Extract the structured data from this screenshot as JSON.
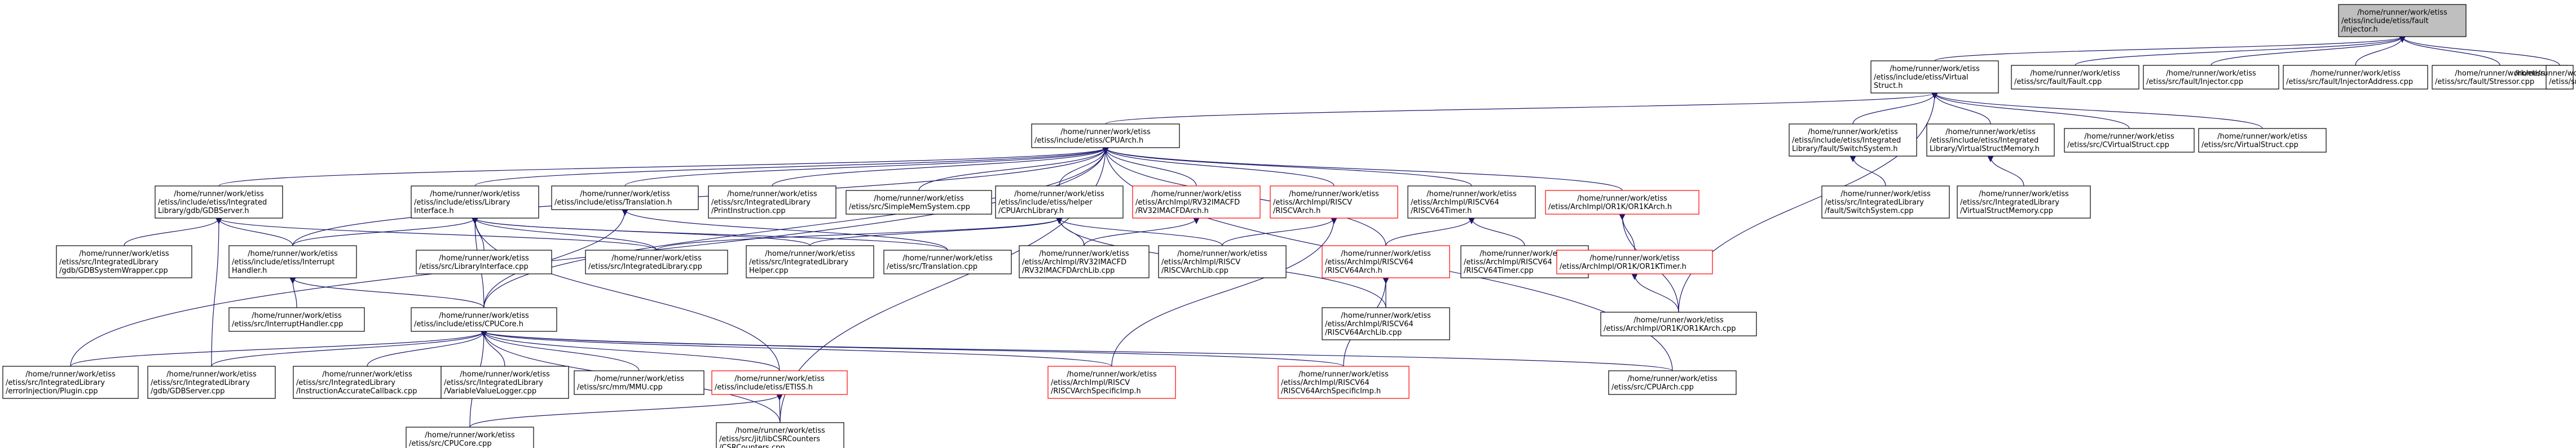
{
  "colors": {
    "background": "#ffffff",
    "edge": "#191970",
    "node_normal_border": "#000000",
    "node_normal_fill": "#ffffff",
    "node_root_fill": "#bfbfbf",
    "node_truncated_border": "#ff0000",
    "text": "#000000"
  },
  "nodes": [
    {
      "id": "fault_injector_h",
      "kind": "root",
      "lines": [
        "/home/runner/work/etiss",
        "/etiss/include/etiss/fault",
        "/Injector.h"
      ]
    },
    {
      "id": "virtual_struct_h",
      "kind": "normal",
      "lines": [
        "/home/runner/work/etiss",
        "/etiss/include/etiss/Virtual",
        "Struct.h"
      ]
    },
    {
      "id": "fault_fault_cpp",
      "kind": "normal",
      "lines": [
        "/home/runner/work/etiss",
        "/etiss/src/fault/Fault.cpp"
      ]
    },
    {
      "id": "fault_injector_cpp",
      "kind": "normal",
      "lines": [
        "/home/runner/work/etiss",
        "/etiss/src/fault/Injector.cpp"
      ]
    },
    {
      "id": "fault_injectoraddress_cpp",
      "kind": "normal",
      "lines": [
        "/home/runner/work/etiss",
        "/etiss/src/fault/InjectorAddress.cpp"
      ]
    },
    {
      "id": "fault_stressor_cpp",
      "kind": "normal",
      "lines": [
        "/home/runner/work/etiss",
        "/etiss/src/fault/Stressor.cpp"
      ]
    },
    {
      "id": "fault_trigger_cpp",
      "kind": "normal",
      "lines": [
        "/home/runner/work/etiss",
        "/etiss/src/fault/Trigger.cpp"
      ]
    },
    {
      "id": "cpu_arch_h",
      "kind": "normal",
      "lines": [
        "/home/runner/work/etiss",
        "/etiss/include/etiss/CPUArch.h"
      ]
    },
    {
      "id": "switch_system_h",
      "kind": "normal",
      "lines": [
        "/home/runner/work/etiss",
        "/etiss/include/etiss/Integrated",
        "Library/fault/SwitchSystem.h"
      ]
    },
    {
      "id": "virtual_struct_memory_h",
      "kind": "normal",
      "lines": [
        "/home/runner/work/etiss",
        "/etiss/include/etiss/Integrated",
        "Library/VirtualStructMemory.h"
      ]
    },
    {
      "id": "c_virtual_struct_cpp",
      "kind": "normal",
      "lines": [
        "/home/runner/work/etiss",
        "/etiss/src/CVirtualStruct.cpp"
      ]
    },
    {
      "id": "virtual_struct_cpp",
      "kind": "normal",
      "lines": [
        "/home/runner/work/etiss",
        "/etiss/src/VirtualStruct.cpp"
      ]
    },
    {
      "id": "switch_system_cpp",
      "kind": "normal",
      "lines": [
        "/home/runner/work/etiss",
        "/etiss/src/IntegratedLibrary",
        "/fault/SwitchSystem.cpp"
      ]
    },
    {
      "id": "virtual_struct_memory_cpp",
      "kind": "normal",
      "lines": [
        "/home/runner/work/etiss",
        "/etiss/src/IntegratedLibrary",
        "/VirtualStructMemory.cpp"
      ]
    },
    {
      "id": "gdb_server_h",
      "kind": "normal",
      "lines": [
        "/home/runner/work/etiss",
        "/etiss/include/etiss/Integrated",
        "Library/gdb/GDBServer.h"
      ]
    },
    {
      "id": "library_interface_h",
      "kind": "normal",
      "lines": [
        "/home/runner/work/etiss",
        "/etiss/include/etiss/Library",
        "Interface.h"
      ]
    },
    {
      "id": "translation_h",
      "kind": "normal",
      "lines": [
        "/home/runner/work/etiss",
        "/etiss/include/etiss/Translation.h"
      ]
    },
    {
      "id": "print_instruction_cpp",
      "kind": "normal",
      "lines": [
        "/home/runner/work/etiss",
        "/etiss/src/IntegratedLibrary",
        "/PrintInstruction.cpp"
      ]
    },
    {
      "id": "simple_mem_system_cpp",
      "kind": "normal",
      "lines": [
        "/home/runner/work/etiss",
        "/etiss/src/SimpleMemSystem.cpp"
      ]
    },
    {
      "id": "cpu_arch_library_h",
      "kind": "normal",
      "lines": [
        "/home/runner/work/etiss",
        "/etiss/include/etiss/helper",
        "/CPUArchLibrary.h"
      ]
    },
    {
      "id": "rv32imacfd_arch_h",
      "kind": "truncated",
      "lines": [
        "/home/runner/work/etiss",
        "/etiss/ArchImpl/RV32IMACFD",
        "/RV32IMACFDArch.h"
      ]
    },
    {
      "id": "riscv_arch_h",
      "kind": "truncated",
      "lines": [
        "/home/runner/work/etiss",
        "/etiss/ArchImpl/RISCV",
        "/RISCVArch.h"
      ]
    },
    {
      "id": "riscv64_timer_h",
      "kind": "normal",
      "lines": [
        "/home/runner/work/etiss",
        "/etiss/ArchImpl/RISCV64",
        "/RISCV64Timer.h"
      ]
    },
    {
      "id": "or1k_arch_h",
      "kind": "truncated",
      "lines": [
        "/home/runner/work/etiss",
        "/etiss/ArchImpl/OR1K/OR1KArch.h"
      ]
    },
    {
      "id": "gdb_system_wrapper_cpp",
      "kind": "normal",
      "lines": [
        "/home/runner/work/etiss",
        "/etiss/src/IntegratedLibrary",
        "/gdb/GDBSystemWrapper.cpp"
      ]
    },
    {
      "id": "interrupt_handler_h",
      "kind": "normal",
      "lines": [
        "/home/runner/work/etiss",
        "/etiss/include/etiss/Interrupt",
        "Handler.h"
      ]
    },
    {
      "id": "library_interface_cpp",
      "kind": "normal",
      "lines": [
        "/home/runner/work/etiss",
        "/etiss/src/LibraryInterface.cpp"
      ]
    },
    {
      "id": "integrated_library_cpp",
      "kind": "normal",
      "lines": [
        "/home/runner/work/etiss",
        "/etiss/src/IntegratedLibrary.cpp"
      ]
    },
    {
      "id": "integrated_library_helper_cpp",
      "kind": "normal",
      "lines": [
        "/home/runner/work/etiss",
        "/etiss/src/IntegratedLibrary",
        "Helper.cpp"
      ]
    },
    {
      "id": "translation_cpp",
      "kind": "normal",
      "lines": [
        "/home/runner/work/etiss",
        "/etiss/src/Translation.cpp"
      ]
    },
    {
      "id": "rv32imacfd_arch_lib_cpp",
      "kind": "normal",
      "lines": [
        "/home/runner/work/etiss",
        "/etiss/ArchImpl/RV32IMACFD",
        "/RV32IMACFDArchLib.cpp"
      ]
    },
    {
      "id": "riscv_arch_lib_cpp",
      "kind": "normal",
      "lines": [
        "/home/runner/work/etiss",
        "/etiss/ArchImpl/RISCV",
        "/RISCVArchLib.cpp"
      ]
    },
    {
      "id": "riscv64_arch_h",
      "kind": "truncated",
      "lines": [
        "/home/runner/work/etiss",
        "/etiss/ArchImpl/RISCV64",
        "/RISCV64Arch.h"
      ]
    },
    {
      "id": "riscv64_timer_cpp",
      "kind": "normal",
      "lines": [
        "/home/runner/work/etiss",
        "/etiss/ArchImpl/RISCV64",
        "/RISCV64Timer.cpp"
      ]
    },
    {
      "id": "or1k_timer_h",
      "kind": "truncated",
      "lines": [
        "/home/runner/work/etiss",
        "/etiss/ArchImpl/OR1K/OR1KTimer.h"
      ]
    },
    {
      "id": "interrupt_handler_cpp",
      "kind": "normal",
      "lines": [
        "/home/runner/work/etiss",
        "/etiss/src/InterruptHandler.cpp"
      ]
    },
    {
      "id": "cpu_core_h",
      "kind": "normal",
      "lines": [
        "/home/runner/work/etiss",
        "/etiss/include/etiss/CPUCore.h"
      ]
    },
    {
      "id": "riscv64_arch_lib_cpp",
      "kind": "normal",
      "lines": [
        "/home/runner/work/etiss",
        "/etiss/ArchImpl/RISCV64",
        "/RISCV64ArchLib.cpp"
      ]
    },
    {
      "id": "or1k_arch_cpp",
      "kind": "normal",
      "lines": [
        "/home/runner/work/etiss",
        "/etiss/ArchImpl/OR1K/OR1KArch.cpp"
      ]
    },
    {
      "id": "error_injection_plugin_cpp",
      "kind": "normal",
      "lines": [
        "/home/runner/work/etiss",
        "/etiss/src/IntegratedLibrary",
        "/errorInjection/Plugin.cpp"
      ]
    },
    {
      "id": "gdb_server_cpp",
      "kind": "normal",
      "lines": [
        "/home/runner/work/etiss",
        "/etiss/src/IntegratedLibrary",
        "/gdb/GDBServer.cpp"
      ]
    },
    {
      "id": "instruction_accurate_callback_cpp",
      "kind": "normal",
      "lines": [
        "/home/runner/work/etiss",
        "/etiss/src/IntegratedLibrary",
        "/InstructionAccurateCallback.cpp"
      ]
    },
    {
      "id": "variable_value_logger_cpp",
      "kind": "normal",
      "lines": [
        "/home/runner/work/etiss",
        "/etiss/src/IntegratedLibrary",
        "/VariableValueLogger.cpp"
      ]
    },
    {
      "id": "mm_mmu_cpp",
      "kind": "normal",
      "lines": [
        "/home/runner/work/etiss",
        "/etiss/src/mm/MMU.cpp"
      ]
    },
    {
      "id": "etiss_h",
      "kind": "truncated",
      "lines": [
        "/home/runner/work/etiss",
        "/etiss/include/etiss/ETISS.h"
      ]
    },
    {
      "id": "riscv_arch_specific_imp_h",
      "kind": "truncated",
      "lines": [
        "/home/runner/work/etiss",
        "/etiss/ArchImpl/RISCV",
        "/RISCVArchSpecificImp.h"
      ]
    },
    {
      "id": "riscv64_arch_specific_imp_h",
      "kind": "truncated",
      "lines": [
        "/home/runner/work/etiss",
        "/etiss/ArchImpl/RISCV64",
        "/RISCV64ArchSpecificImp.h"
      ]
    },
    {
      "id": "cpu_arch_cpp",
      "kind": "normal",
      "lines": [
        "/home/runner/work/etiss",
        "/etiss/src/CPUArch.cpp"
      ]
    },
    {
      "id": "cpu_core_cpp",
      "kind": "normal",
      "lines": [
        "/home/runner/work/etiss",
        "/etiss/src/CPUCore.cpp"
      ]
    },
    {
      "id": "csr_counters_cpp",
      "kind": "normal",
      "lines": [
        "/home/runner/work/etiss",
        "/etiss/src/jit/libCSRCounters",
        "/CSRCounters.cpp"
      ]
    }
  ],
  "edges": [
    [
      "fault_injector_h",
      "virtual_struct_h"
    ],
    [
      "fault_injector_h",
      "fault_fault_cpp"
    ],
    [
      "fault_injector_h",
      "fault_injector_cpp"
    ],
    [
      "fault_injector_h",
      "fault_injectoraddress_cpp"
    ],
    [
      "fault_injector_h",
      "fault_stressor_cpp"
    ],
    [
      "fault_injector_h",
      "fault_trigger_cpp"
    ],
    [
      "virtual_struct_h",
      "cpu_arch_h"
    ],
    [
      "virtual_struct_h",
      "switch_system_h"
    ],
    [
      "virtual_struct_h",
      "virtual_struct_memory_h"
    ],
    [
      "virtual_struct_h",
      "c_virtual_struct_cpp"
    ],
    [
      "virtual_struct_h",
      "virtual_struct_cpp"
    ],
    [
      "virtual_struct_h",
      "or1k_arch_cpp"
    ],
    [
      "switch_system_h",
      "switch_system_cpp"
    ],
    [
      "virtual_struct_memory_h",
      "virtual_struct_memory_cpp"
    ],
    [
      "cpu_arch_h",
      "gdb_server_h"
    ],
    [
      "cpu_arch_h",
      "library_interface_h"
    ],
    [
      "cpu_arch_h",
      "translation_h"
    ],
    [
      "cpu_arch_h",
      "print_instruction_cpp"
    ],
    [
      "cpu_arch_h",
      "simple_mem_system_cpp"
    ],
    [
      "cpu_arch_h",
      "cpu_arch_library_h"
    ],
    [
      "cpu_arch_h",
      "rv32imacfd_arch_h"
    ],
    [
      "cpu_arch_h",
      "riscv_arch_h"
    ],
    [
      "cpu_arch_h",
      "riscv64_timer_h"
    ],
    [
      "cpu_arch_h",
      "or1k_arch_h"
    ],
    [
      "cpu_arch_h",
      "interrupt_handler_h"
    ],
    [
      "cpu_arch_h",
      "cpu_core_h"
    ],
    [
      "cpu_arch_h",
      "error_injection_plugin_cpp"
    ],
    [
      "cpu_arch_h",
      "riscv64_arch_h"
    ],
    [
      "cpu_arch_h",
      "cpu_arch_cpp"
    ],
    [
      "cpu_arch_h",
      "csr_counters_cpp"
    ],
    [
      "gdb_server_h",
      "gdb_system_wrapper_cpp"
    ],
    [
      "gdb_server_h",
      "interrupt_handler_h"
    ],
    [
      "gdb_server_h",
      "integrated_library_cpp"
    ],
    [
      "gdb_server_h",
      "gdb_server_cpp"
    ],
    [
      "library_interface_h",
      "interrupt_handler_h"
    ],
    [
      "library_interface_h",
      "library_interface_cpp"
    ],
    [
      "library_interface_h",
      "integrated_library_cpp"
    ],
    [
      "library_interface_h",
      "integrated_library_helper_cpp"
    ],
    [
      "library_interface_h",
      "translation_cpp"
    ],
    [
      "library_interface_h",
      "cpu_core_h"
    ],
    [
      "library_interface_h",
      "etiss_h"
    ],
    [
      "translation_h",
      "translation_cpp"
    ],
    [
      "translation_h",
      "cpu_core_h"
    ],
    [
      "cpu_arch_library_h",
      "integrated_library_helper_cpp"
    ],
    [
      "cpu_arch_library_h",
      "integrated_library_cpp"
    ],
    [
      "cpu_arch_library_h",
      "rv32imacfd_arch_lib_cpp"
    ],
    [
      "cpu_arch_library_h",
      "riscv_arch_lib_cpp"
    ],
    [
      "cpu_arch_library_h",
      "riscv64_arch_lib_cpp"
    ],
    [
      "rv32imacfd_arch_h",
      "rv32imacfd_arch_lib_cpp"
    ],
    [
      "riscv_arch_h",
      "riscv_arch_lib_cpp"
    ],
    [
      "riscv_arch_h",
      "riscv_arch_specific_imp_h"
    ],
    [
      "riscv64_timer_h",
      "riscv64_arch_h"
    ],
    [
      "riscv64_timer_h",
      "riscv64_timer_cpp"
    ],
    [
      "riscv64_arch_h",
      "riscv64_arch_lib_cpp"
    ],
    [
      "riscv64_arch_h",
      "riscv64_arch_specific_imp_h"
    ],
    [
      "or1k_arch_h",
      "or1k_timer_h"
    ],
    [
      "or1k_arch_h",
      "or1k_arch_cpp"
    ],
    [
      "or1k_timer_h",
      "or1k_arch_cpp"
    ],
    [
      "interrupt_handler_h",
      "interrupt_handler_cpp"
    ],
    [
      "interrupt_handler_h",
      "cpu_core_h"
    ],
    [
      "cpu_core_h",
      "error_injection_plugin_cpp"
    ],
    [
      "cpu_core_h",
      "gdb_server_cpp"
    ],
    [
      "cpu_core_h",
      "instruction_accurate_callback_cpp"
    ],
    [
      "cpu_core_h",
      "variable_value_logger_cpp"
    ],
    [
      "cpu_core_h",
      "mm_mmu_cpp"
    ],
    [
      "cpu_core_h",
      "etiss_h"
    ],
    [
      "cpu_core_h",
      "riscv_arch_specific_imp_h"
    ],
    [
      "cpu_core_h",
      "riscv64_arch_specific_imp_h"
    ],
    [
      "cpu_core_h",
      "cpu_arch_cpp"
    ],
    [
      "cpu_core_h",
      "cpu_core_cpp"
    ],
    [
      "cpu_core_h",
      "csr_counters_cpp"
    ],
    [
      "etiss_h",
      "cpu_core_cpp"
    ],
    [
      "etiss_h",
      "csr_counters_cpp"
    ]
  ]
}
